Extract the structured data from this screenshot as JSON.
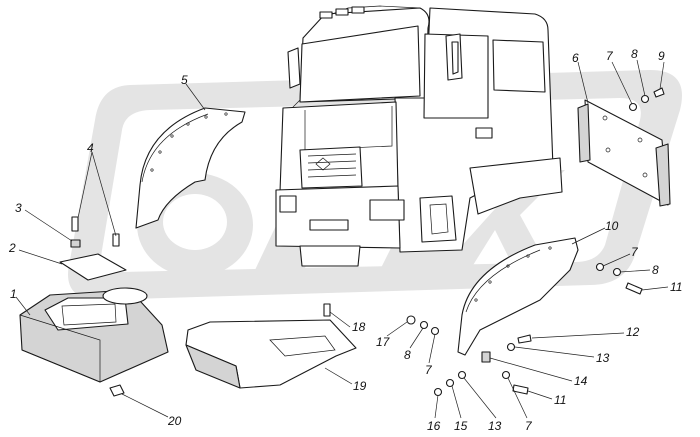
{
  "labels": [
    "1",
    "2",
    "3",
    "4",
    "5",
    "6",
    "7",
    "8",
    "9",
    "10",
    "7",
    "8",
    "11",
    "12",
    "13",
    "14",
    "11",
    "7",
    "13",
    "15",
    "16",
    "17",
    "8",
    "7",
    "18",
    "19",
    "20"
  ],
  "colors": {
    "ink": "#1a1a1a",
    "watermark": "#e4e4e4",
    "shade": "#d4d4d4"
  }
}
